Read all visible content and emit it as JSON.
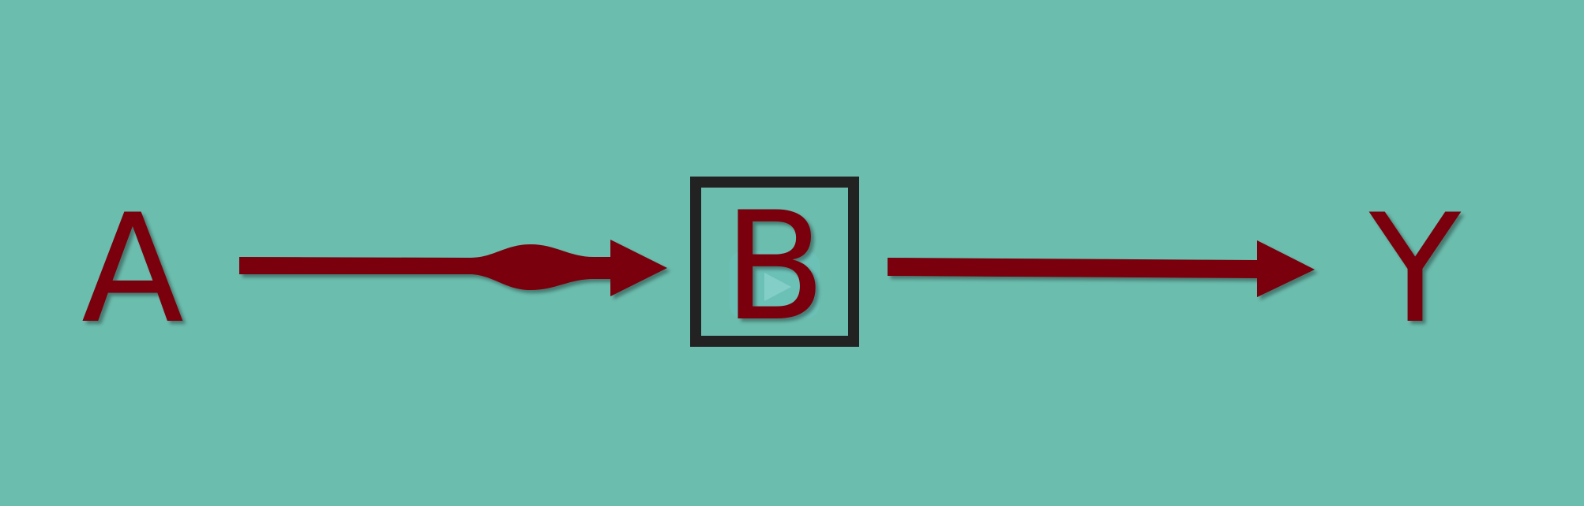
{
  "diagram": {
    "nodes": {
      "a": {
        "label": "A"
      },
      "b": {
        "label": "B"
      },
      "y": {
        "label": "Y"
      }
    },
    "edges": [
      {
        "from": "A",
        "to": "B",
        "style": "arrow with bulge"
      },
      {
        "from": "B",
        "to": "Y",
        "style": "straight arrow"
      }
    ]
  },
  "colors": {
    "background": "#6bbdae",
    "text_and_arrows": "#7a0008",
    "box_border": "#222222"
  },
  "icons": {
    "overlay": "play-icon"
  }
}
